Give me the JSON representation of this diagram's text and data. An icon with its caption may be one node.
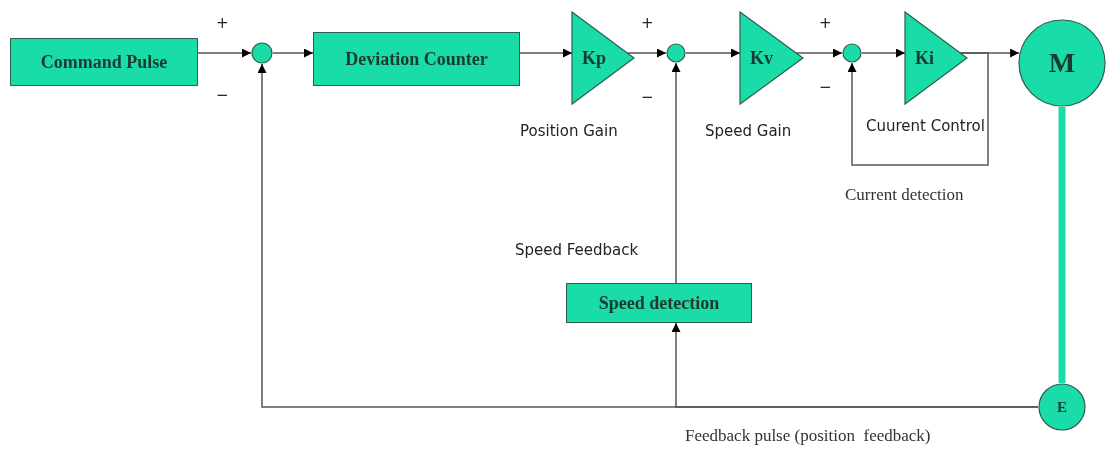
{
  "diagram": {
    "nodes": [
      {
        "text": [
          "Command Pulse"
        ]
      },
      {
        "text": [],
        "shape": "circle"
      },
      {
        "text": [
          "Deviation Counter"
        ]
      },
      {
        "text": [
          "Kp"
        ],
        "beside": [
          "Position Gain"
        ]
      },
      {
        "text": [],
        "shape": "circle"
      },
      {
        "text": [
          "Kv"
        ],
        "beside": [
          "Speed Gain"
        ]
      },
      {
        "text": [],
        "shape": "circle"
      },
      {
        "text": [
          "Ki"
        ],
        "beside": [
          "Cuurent Control"
        ]
      },
      {
        "text": [
          "M"
        ]
      },
      {
        "text": [
          "E"
        ]
      },
      {
        "text": [
          "Speed detection"
        ]
      }
    ],
    "edges": [
      {
        "from": 0,
        "to": 1,
        "arrow": "to"
      },
      {
        "from": 1,
        "to": 2,
        "arrow": "to"
      },
      {
        "from": 2,
        "to": 3,
        "arrow": "to"
      },
      {
        "from": 3,
        "to": 4,
        "arrow": "to"
      },
      {
        "from": 4,
        "to": 5,
        "arrow": "to"
      },
      {
        "from": 5,
        "to": 6,
        "arrow": "to"
      },
      {
        "from": 6,
        "to": 7,
        "arrow": "to"
      },
      {
        "from": 7,
        "to": 8,
        "arrow": "to"
      },
      {
        "from": 8,
        "to": 9,
        "arrow": "none",
        "style": "thick",
        "color": "#19dca8"
      },
      {
        "from": 9,
        "to": 1,
        "arrow": "to"
      },
      {
        "from": 9,
        "to": 10,
        "arrow": "to"
      },
      {
        "from": 10,
        "to": 4,
        "arrow": "to"
      },
      {
        "from": 7,
        "to": 6,
        "arrow": "to"
      }
    ],
    "labels": [
      "+",
      "+",
      "+",
      "−",
      "−",
      "−",
      "Current detection",
      "Speed Feedback",
      "Feedback pulse (position  feedback)"
    ]
  }
}
